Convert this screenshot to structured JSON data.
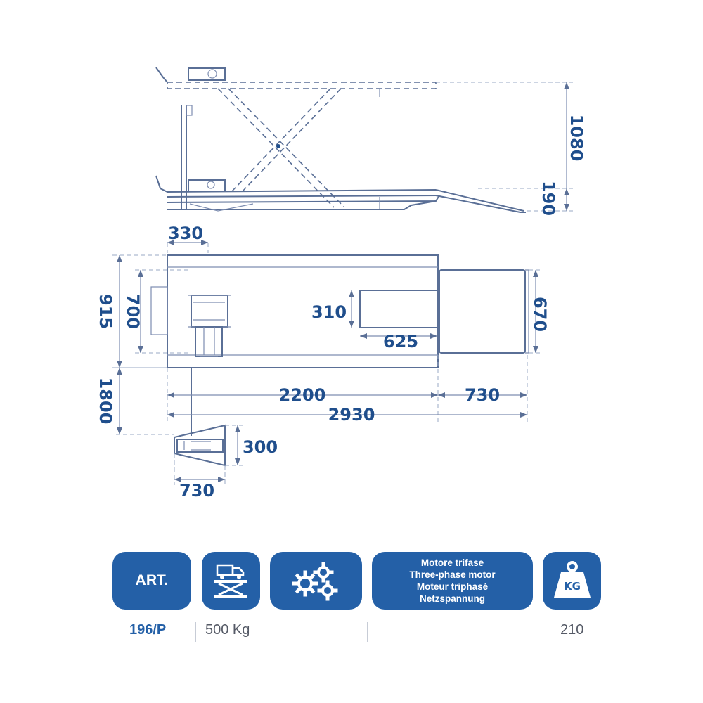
{
  "dimensions": {
    "height_max": "1080",
    "height_min": "190",
    "pad_width": "330",
    "base_width": "915",
    "pad_length": "700",
    "opening_width": "310",
    "opening_length": "625",
    "ramp_width": "670",
    "cable_length": "1800",
    "platform_length": "2200",
    "ramp_length": "730",
    "total_length": "2930",
    "control_depth": "300",
    "control_width": "730"
  },
  "specs": {
    "art_label": "ART.",
    "art_value": "196/P",
    "capacity": "500 Kg",
    "motor_lines": [
      "Motore trifase",
      "Three-phase motor",
      "Moteur triphasé",
      "Netzspannung"
    ],
    "kg_label": "KG",
    "weight": "210"
  },
  "icons": {
    "lift": "truck-on-scissor-lift-icon",
    "gears": "gears-icon",
    "weight": "weight-kg-icon"
  },
  "colors": {
    "badge": "#2460a7",
    "dimension_text": "#1f4e8c",
    "drawing_line": "#5a6f96"
  }
}
